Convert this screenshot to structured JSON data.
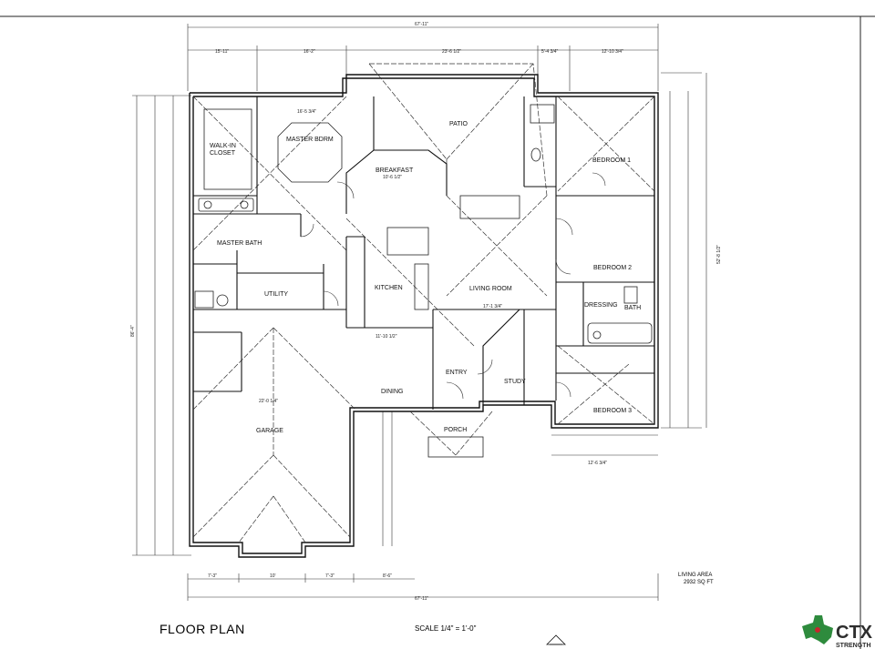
{
  "plan": {
    "title": "FLOOR PLAN",
    "scale": "SCALE 1/4\" = 1'-0\"",
    "living_area_label": "LIVING AREA",
    "living_area_value": "2932 SQ FT"
  },
  "rooms": {
    "master_bdrm": "MASTER BDRM",
    "walkin_closet_1": "WALK-IN",
    "walkin_closet_2": "CLOSET",
    "master_bath": "MASTER BATH",
    "utility": "UTILITY",
    "breakfast": "BREAKFAST",
    "kitchen": "KITCHEN",
    "living_room": "LIVING ROOM",
    "patio": "PATIO",
    "bedroom1": "BEDROOM 1",
    "bedroom2": "BEDROOM 2",
    "bedroom3": "BEDROOM 3",
    "dressing": "DRESSING",
    "bath": "BATH",
    "dining": "DINING",
    "entry": "ENTRY",
    "study": "STUDY",
    "porch": "PORCH",
    "garage": "GARAGE"
  },
  "dimensions": {
    "overall_top": "67'-11\"",
    "overall_bottom": "67'-11\"",
    "top_seg1": "15'-11\"",
    "top_seg2": "16'-2\"",
    "top_seg3": "23'-6 1/2\"",
    "top_seg4": "5'-4 3/4\"",
    "top_seg5": "12'-10 3/4\"",
    "right_overall": "52'-8 1/2\"",
    "left_overall": "86'-4\"",
    "master_bdrm_dim": "16'-5 3/4\"",
    "breakfast_dim": "10'-6 1/2\"",
    "garage_dim": "22'-0 1/4\"",
    "kitchen_dim": "11'-10 1/2\"",
    "living_dim": "17'-1 3/4\"",
    "bottom_seg1": "7'-3\"",
    "bottom_seg2": "10'",
    "bottom_seg3": "7'-3\"",
    "bottom_seg4": "8'-6\"",
    "bedroom3_dim": "12'-6 3/4\""
  },
  "logo": {
    "text": "CTX",
    "subtext": "STRENGTH"
  },
  "colors": {
    "line": "#1a1a1a",
    "logo_green": "#2e8b3d",
    "logo_red": "#c8262c",
    "logo_dark": "#2d2d2d"
  }
}
